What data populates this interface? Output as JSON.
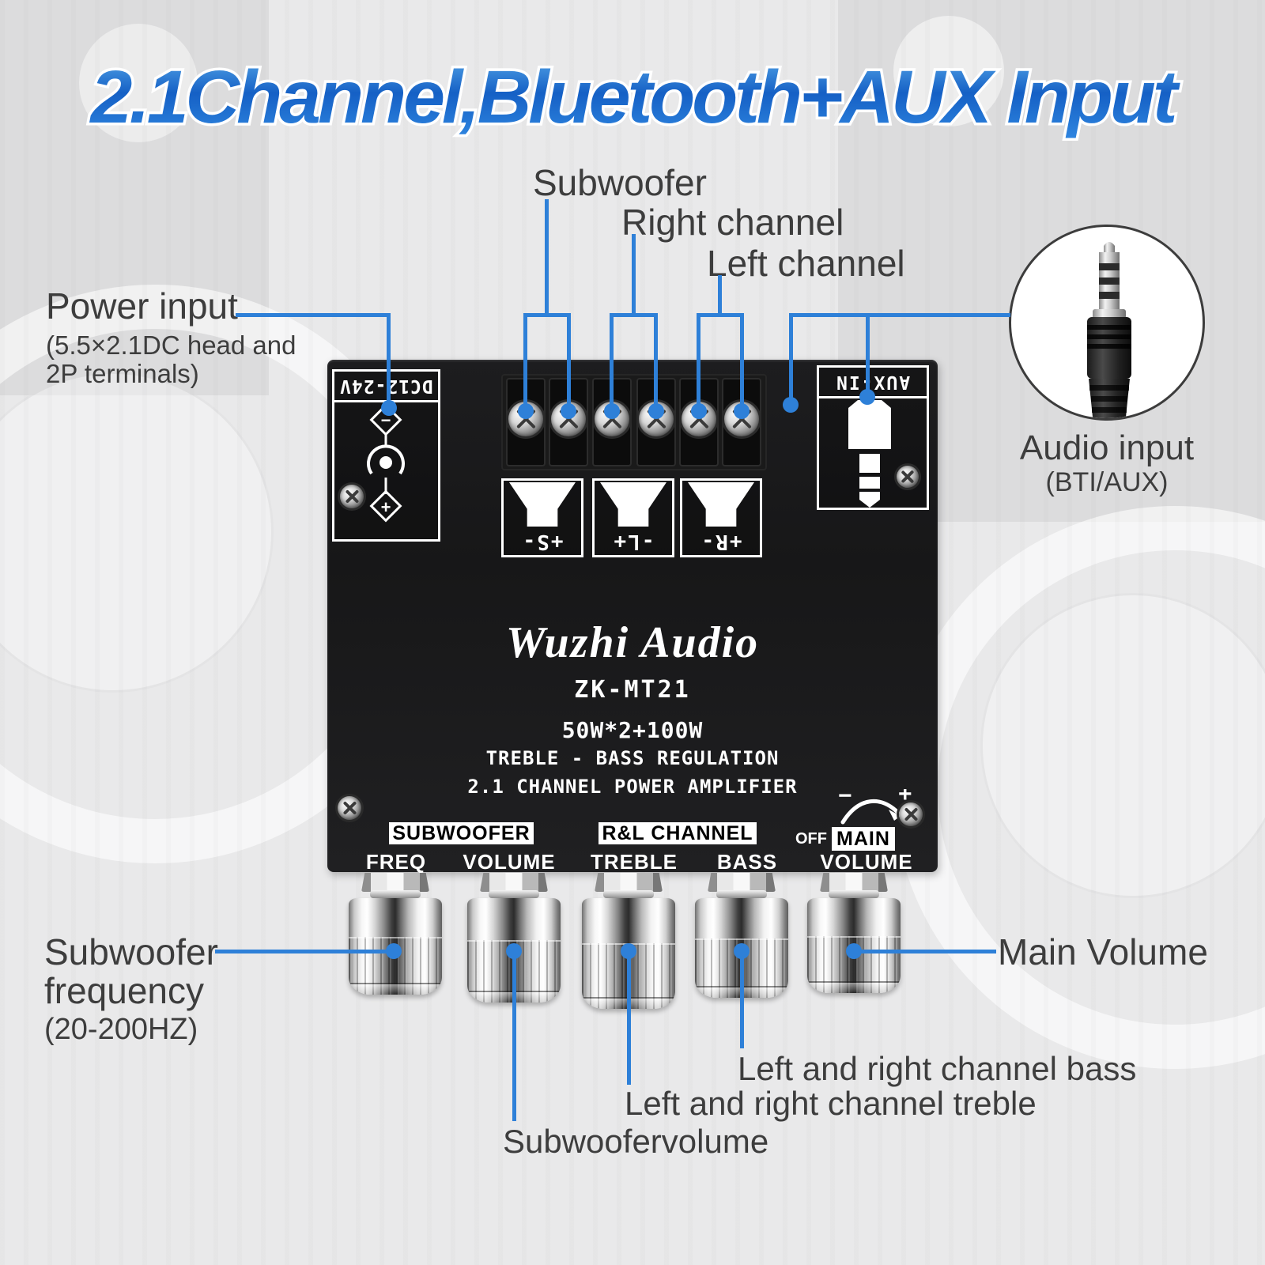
{
  "title": "2.1Channel,Bluetooth+AUX Input",
  "accent_color": "#2e80d8",
  "callouts": {
    "subwoofer": "Subwoofer",
    "right_channel": "Right channel",
    "left_channel": "Left channel",
    "power_input": {
      "label": "Power input",
      "sub1": "(5.5×2.1DC head and",
      "sub2": "2P terminals)"
    },
    "audio_input": {
      "label": "Audio input",
      "sub": "(BTI/AUX)"
    },
    "subwoofer_frequency": {
      "line1": "Subwoofer",
      "line2": "frequency",
      "sub": "(20-200HZ)"
    },
    "main_volume": "Main Volume",
    "lr_bass": "Left and right channel bass",
    "lr_treble": "Left and right channel treble",
    "subwoofer_volume": "Subwoofervolume"
  },
  "board": {
    "dc_label": "DC12-24V",
    "dc_minus": "−",
    "dc_plus": "+",
    "aux_label": "AUX-IN",
    "terminals": {
      "sub": "+S-",
      "left": "-L+",
      "right": "+R-"
    },
    "brand": "Wuzhi Audio",
    "model": "ZK-MT21",
    "power": "50W*2+100W",
    "line1": "TREBLE - BASS REGULATION",
    "line2": "2.1 CHANNEL POWER AMPLIFIER",
    "sections": {
      "subwoofer": "SUBWOOFER",
      "rl": "R&L CHANNEL",
      "main": "MAIN"
    },
    "off": "OFF",
    "minus": "−",
    "plus": "+",
    "knobs": [
      "FREQ",
      "VOLUME",
      "TREBLE",
      "BASS",
      "VOLUME"
    ]
  }
}
